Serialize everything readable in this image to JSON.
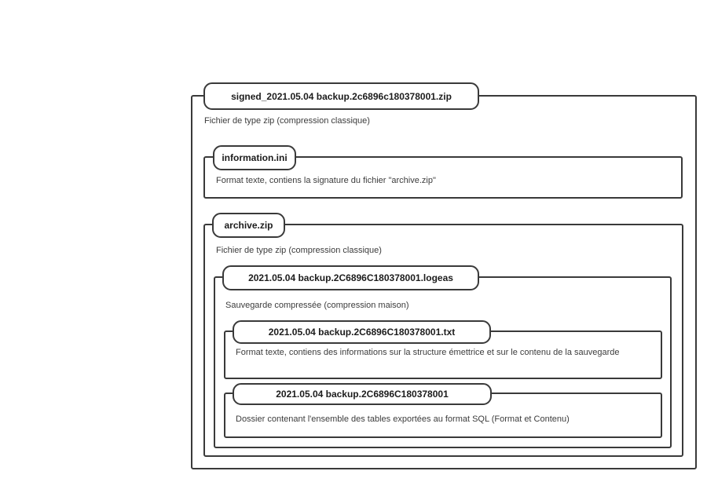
{
  "colors": {
    "border": "#3a3a3a",
    "background": "#ffffff",
    "label_text": "#1c1c1c",
    "description_text": "#3c3c3c"
  },
  "tree": {
    "label": "signed_2021.05.04 backup.2c6896c180378001.zip",
    "description": "Fichier de type zip (compression classique)",
    "children": [
      {
        "label": "information.ini",
        "description": "Format texte, contiens la signature du fichier \"archive.zip\""
      },
      {
        "label": "archive.zip",
        "description": "Fichier de type zip (compression classique)",
        "children": [
          {
            "label": "2021.05.04 backup.2C6896C180378001.logeas",
            "description": "Sauvegarde compressée (compression maison)",
            "children": [
              {
                "label": "2021.05.04 backup.2C6896C180378001.txt",
                "description": "Format texte, contiens des informations sur la structure émettrice et sur le contenu de la sauvegarde"
              },
              {
                "label": "2021.05.04 backup.2C6896C180378001",
                "description": "Dossier contenant l'ensemble des tables exportées au format SQL (Format et Contenu)"
              }
            ]
          }
        ]
      }
    ]
  }
}
